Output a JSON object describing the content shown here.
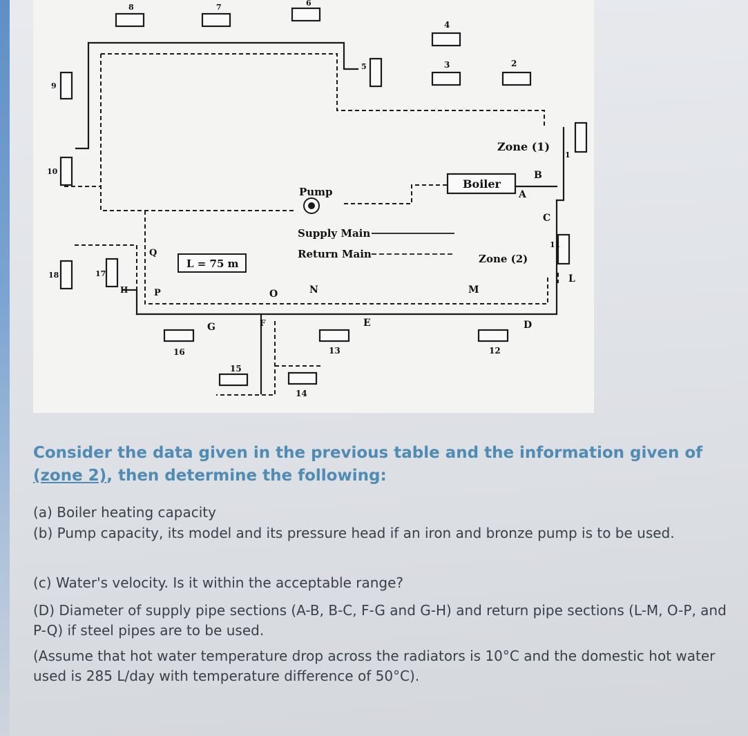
{
  "diagram": {
    "radiators": [
      "1",
      "2",
      "3",
      "4",
      "5",
      "6",
      "7",
      "8",
      "9",
      "10",
      "11",
      "12",
      "13",
      "14",
      "15",
      "16",
      "17",
      "18"
    ],
    "points": [
      "A",
      "B",
      "C",
      "D",
      "E",
      "F",
      "G",
      "H",
      "L",
      "M",
      "N",
      "O",
      "P",
      "Q"
    ],
    "boiler_label": "Boiler",
    "pump_label": "Pump",
    "zone1_label": "Zone (1)",
    "zone2_label": "Zone (2)",
    "length_label": "L = 75 m",
    "legend": {
      "supply": "Supply Main",
      "return": "Return Main"
    }
  },
  "question": {
    "intro_a": "Consider the data given in the previous table and the information given of",
    "intro_link": "(zone 2)",
    "intro_b": ", then determine the following:",
    "items": [
      "(a) Boiler heating capacity",
      "(b) Pump capacity, its model and its pressure head if an iron and bronze pump is to be used.",
      "(c) Water's velocity. Is it within the acceptable range?",
      "(D) Diameter of  supply pipe sections (A-B, B-C, F-G and G-H) and return pipe sections (L-M, O-P, and P-Q) if steel pipes are to be used.",
      "(Assume that hot water temperature drop across the radiators is 10°C and the domestic hot water used is 285 L/day with temperature difference of 50°C)."
    ]
  }
}
